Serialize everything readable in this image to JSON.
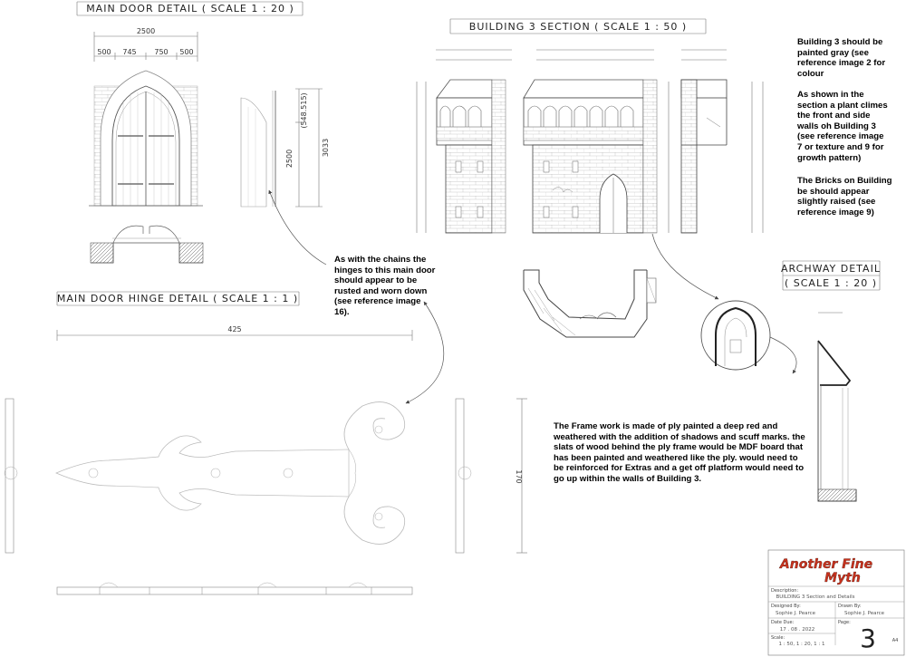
{
  "titles": {
    "main_door": "MAIN DOOR DETAIL  ( SCALE 1 : 20 )",
    "building_section": "BUILDING 3 SECTION    ( SCALE 1 : 50 )",
    "hinge": "MAIN DOOR HINGE DETAIL ( SCALE 1 : 1 )",
    "archway_line1": "ARCHWAY DETAIL",
    "archway_line2": "( SCALE 1 : 20 )"
  },
  "dimensions": {
    "door_total_width": "2500",
    "door_segments": [
      "500",
      "745",
      "750",
      "500"
    ],
    "door_height": "2500",
    "door_overall_height": "3033",
    "door_arch_height": "(548.515)",
    "hinge_length": "425",
    "hinge_height": "170"
  },
  "notes": {
    "paint": "Building 3 should be\npainted  gray (see\nreference image 2 for\ncolour",
    "plant": "As shown in the\nsection a plant climes\nthe front and side\nwalls oh Building 3\n(see reference image\n7 or texture and 9 for\ngrowth pattern)",
    "bricks": "The Bricks on Building\nbe should appear\nslightly raised  (see\nreference image 9)",
    "hinges": "As with the chains the\nhinges to this main door\nshould appear to be\nrusted and worn down\n(see reference image\n16).",
    "frame": "The Frame work is made of ply painted a deep red and\nweathered with the addition of shadows and scuff marks. the\nslats of wood behind the ply frame would be MDF board that\nhas been painted and weathered like the ply. would need to\nbe reinforced for Extras and a get off platform would need to\ngo up within the walls of Building 3."
  },
  "title_block": {
    "logo_line1": "Another Fine",
    "logo_line2": "Myth",
    "logo_color": "#c8321e",
    "description_label": "Description:",
    "description_value": "BUILDING 3 Section and Details",
    "designed_label": "Designed By:",
    "designed_value": "Sophie J. Pearce",
    "drawn_label": "Drawn By:",
    "drawn_value": "Sophie J. Pearce",
    "date_label": "Date Due:",
    "date_value": "17 . 08 . 2022",
    "page_label": "Page:",
    "page_value": "3",
    "scale_label": "Scale:",
    "scale_value": "1 : 50, 1 : 20, 1 : 1",
    "sheet_size": "A4"
  }
}
